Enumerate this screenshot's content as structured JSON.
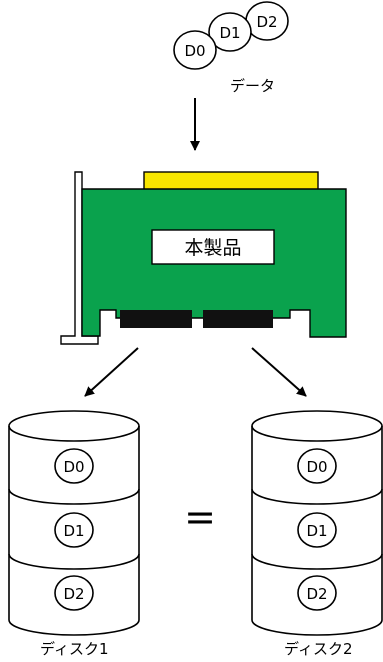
{
  "data_packets": {
    "label": "データ",
    "items": [
      "D0",
      "D1",
      "D2"
    ]
  },
  "card": {
    "label": "本製品",
    "colors": {
      "pcb": "#0aa24d",
      "connector": "#f7e600",
      "port": "#111111"
    }
  },
  "equals_sign": "=",
  "disks": [
    {
      "label": "ディスク1",
      "blocks": [
        "D0",
        "D1",
        "D2"
      ]
    },
    {
      "label": "ディスク2",
      "blocks": [
        "D0",
        "D1",
        "D2"
      ]
    }
  ]
}
